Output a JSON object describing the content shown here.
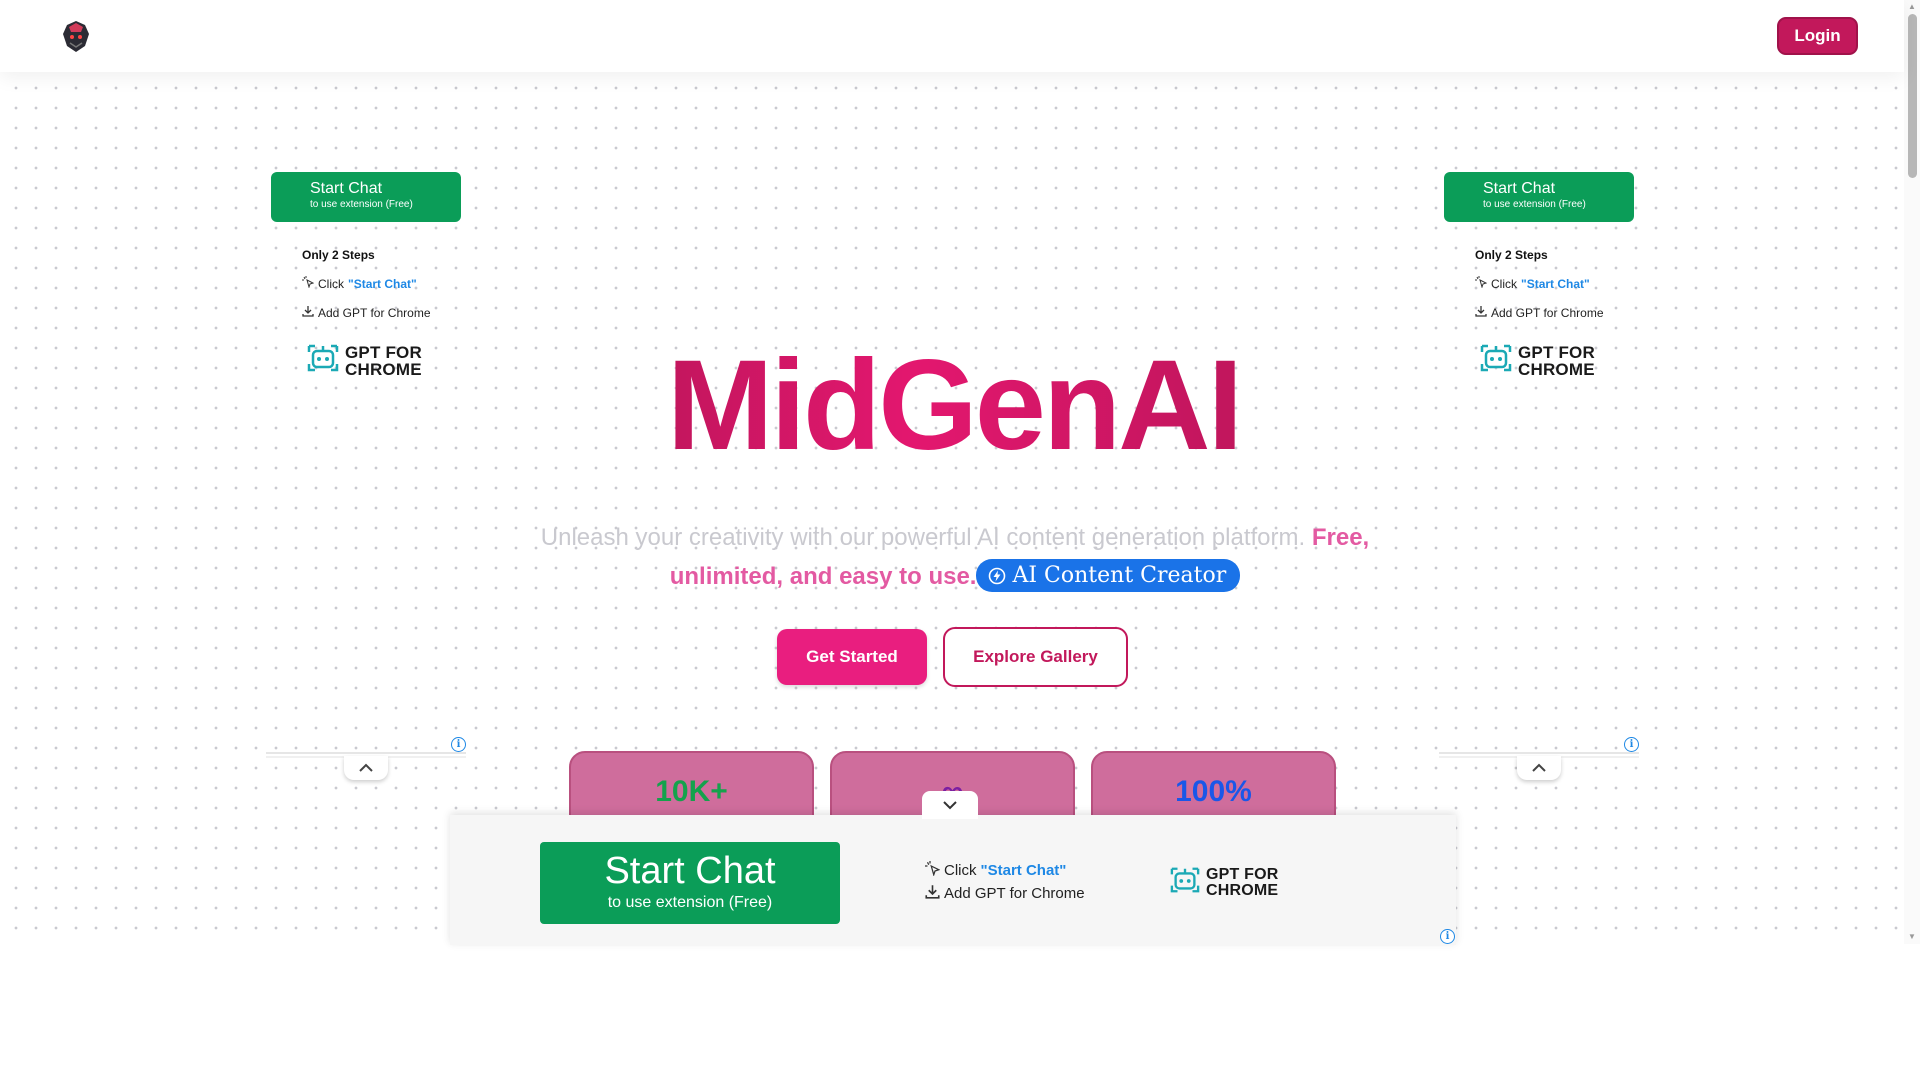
{
  "header": {
    "login_label": "Login"
  },
  "side_ads": {
    "button_title": "Start Chat",
    "button_subtitle": "to use extension (Free)",
    "steps_title": "Only 2 Steps",
    "step1_prefix": "Click ",
    "step1_highlight": "\"Start Chat\"",
    "step2": "Add GPT for Chrome",
    "brand_line1": "GPT FOR",
    "brand_line2": "CHROME"
  },
  "hero": {
    "title": "MidGenAI",
    "subtitle_plain": "Unleash your creativity with our powerful AI content generation platform. ",
    "subtitle_highlight": "Free, unlimited, and easy to use.",
    "badge_label": "AI Content Creator",
    "primary_button": "Get Started",
    "secondary_button": "Explore Gallery"
  },
  "stats": [
    {
      "value": "10K+"
    },
    {
      "value": "∞"
    },
    {
      "value": "100%"
    }
  ],
  "bottom_ad": {
    "button_title": "Start Chat",
    "button_subtitle": "to use extension (Free)",
    "step1_prefix": "Click ",
    "step1_highlight": "\"Start Chat\"",
    "step2": "Add GPT for Chrome",
    "brand_line1": "GPT FOR",
    "brand_line2": "CHROME"
  },
  "colors": {
    "brand": "#c2185b",
    "primary_button": "#e91e7f",
    "ad_green": "#0b9d58",
    "badge_blue": "#1a73e8"
  },
  "icons": [
    "app-logo-icon",
    "click-icon",
    "download-icon",
    "robot-icon",
    "chevron-up-icon",
    "chevron-down-icon",
    "info-icon",
    "bolt-icon"
  ]
}
